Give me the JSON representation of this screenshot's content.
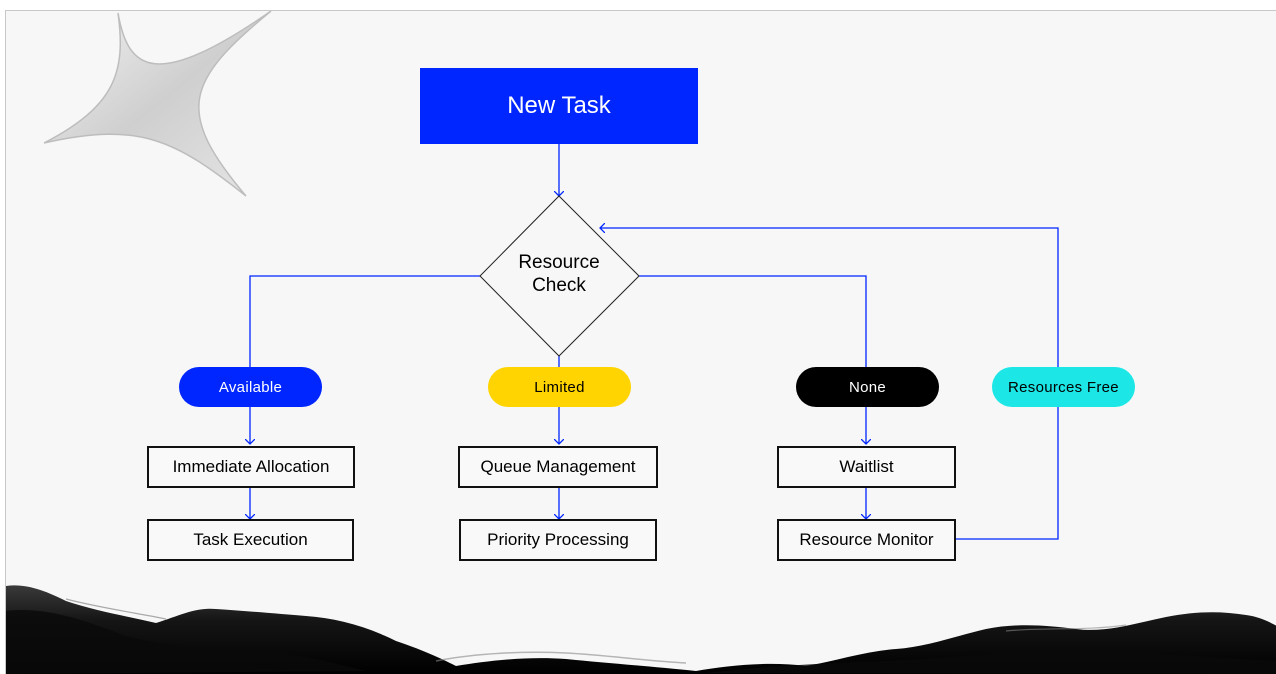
{
  "diagram": {
    "start": "New Task",
    "decision": {
      "line1": "Resource",
      "line2": "Check"
    },
    "branches": [
      {
        "label": "Available",
        "color": "#0026ff",
        "text_color": "#ffffff",
        "steps": [
          "Immediate Allocation",
          "Task Execution"
        ]
      },
      {
        "label": "Limited",
        "color": "#ffd400",
        "text_color": "#000000",
        "steps": [
          "Queue Management",
          "Priority Processing"
        ]
      },
      {
        "label": "None",
        "color": "#000000",
        "text_color": "#ffffff",
        "steps": [
          "Waitlist",
          "Resource Monitor"
        ]
      }
    ],
    "loop": {
      "label": "Resources Free",
      "color": "#1ce6e6",
      "text_color": "#000000"
    },
    "connector_color": "#0026ff"
  }
}
